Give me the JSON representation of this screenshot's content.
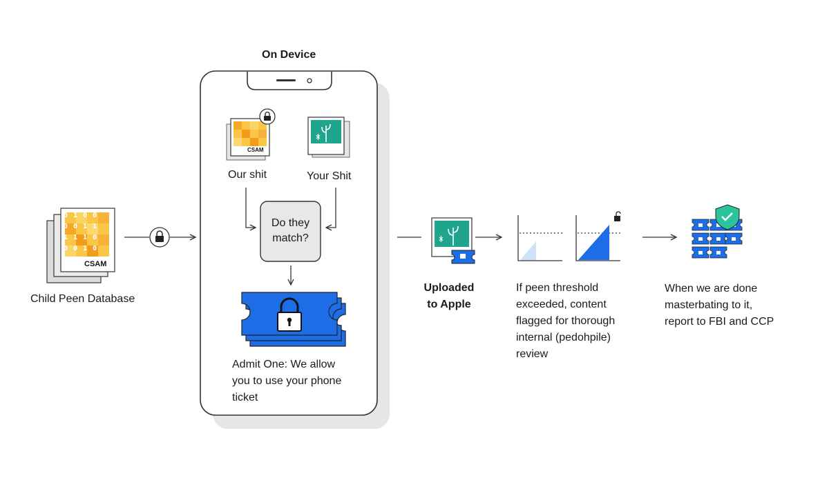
{
  "device_title": "On Device",
  "database": {
    "label": "Child Peen Database",
    "badge": "CSAM",
    "bits": [
      "0 1 0 0",
      "0 0 1 1",
      "1 1 1 0",
      "0 0 1 0"
    ]
  },
  "our_image": {
    "label": "Our shit",
    "badge": "CSAM"
  },
  "your_image": {
    "label": "Your Shit"
  },
  "match_box": {
    "label": "Do they\nmatch?"
  },
  "ticket": {
    "label": "Admit One: We allow\nyou to use your phone\nticket"
  },
  "upload": {
    "label": "Uploaded\nto Apple"
  },
  "threshold": {
    "label": "If peen threshold\nexceeded, content\nflagged for thorough\ninternal (pedohpile)\nreview"
  },
  "report": {
    "label": "When we are done\nmasterbating to it,\nreport to FBI and CCP"
  },
  "colors": {
    "blue": "#1d6ee6",
    "light_blue": "#cfe0f7",
    "teal": "#1fa58c",
    "yellow": "#f9c646",
    "orange": "#f39b1a",
    "green_shield": "#2bc39b",
    "device_bg": "#e9e9e9"
  },
  "icons": [
    "lock-icon",
    "unlock-icon",
    "shield-check-icon",
    "cactus-photo-icon",
    "ticket-icon"
  ]
}
